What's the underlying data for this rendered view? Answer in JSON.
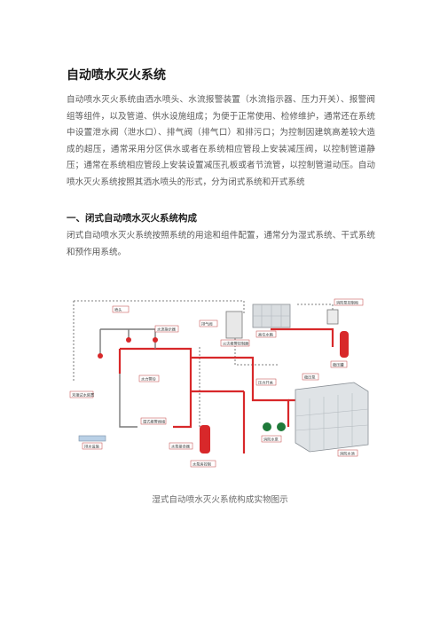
{
  "doc": {
    "title": "自动喷水灭火系统",
    "intro": "自动喷水灭火系统由洒水喷头、水流报警装置（水流指示器、压力开关）、报警阀组等组件，以及管道、供水设施组成；为便于正常使用、检修维护，通常还在系统中设置泄水阀（泄水口）、排气阀（排气口）和排污口；为控制因建筑高差较大造成的超压，通常采用分区供水或者在系统相应管段上安装减压阀，以控制管道静压；通常在系统相应管段上安装设置减压孔板或者节流管，以控制管道动压。自动喷水灭火系统按照其洒水喷头的形式，分为闭式系统和开式系统",
    "section_heading": "一、闭式自动喷水灭火系统构成",
    "section_text": "闭式自动喷水灭火系统按照系统的用途和组件配置，通常分为湿式系统、干式系统和预作用系统。",
    "figure_caption": "湿式自动喷水灭火系统构成实物图示"
  },
  "figure": {
    "labels": {
      "sprinkler": "喷头",
      "flow_indicator": "水流指示器",
      "test_valve": "末端试水装置",
      "drain": "排水设施",
      "alarm_bell": "水力警铃",
      "alarm_valve": "湿式报警阀组",
      "fire_panel": "火灾报警控制器",
      "tank_top": "高位水箱",
      "pressure_tank": "稳压罐",
      "pump_panel": "消防泵控制柜",
      "water_tank": "消防水池",
      "pump": "消防水泵",
      "valve_control": "水泵接合器",
      "exhaust": "排气阀",
      "pressure_switch": "压力开关",
      "stabilizer": "稳压泵",
      "pump_house": "水泵房控制"
    }
  }
}
